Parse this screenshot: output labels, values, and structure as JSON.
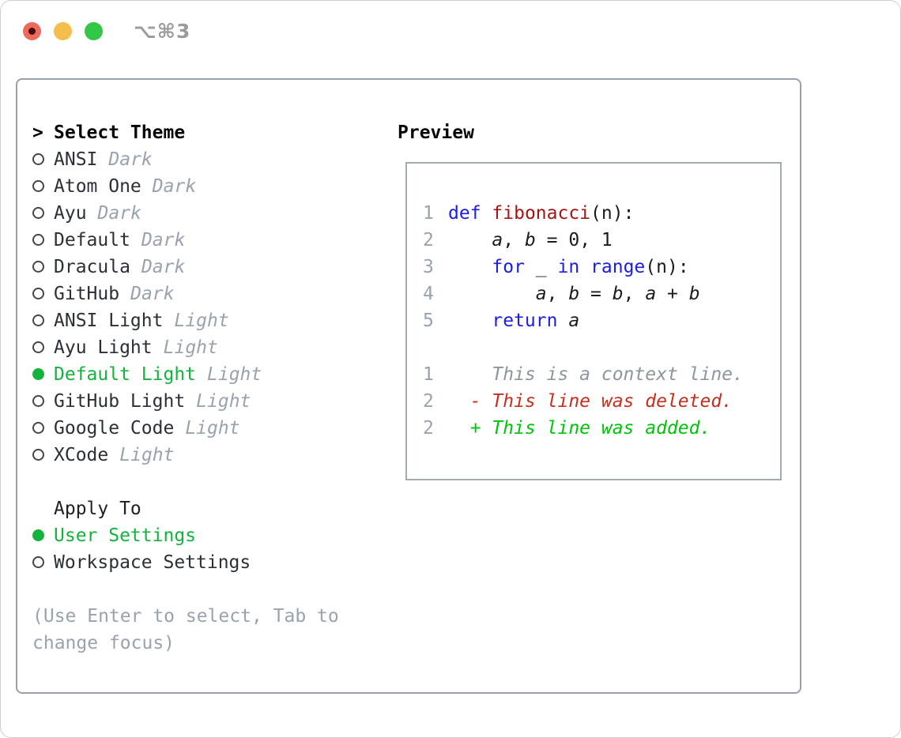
{
  "window": {
    "title": "⌥⌘3"
  },
  "colors": {
    "accent_green": "#12b43c",
    "keyword_blue": "#1c1ce2",
    "function_red": "#a51414",
    "diff_red": "#c5301c",
    "diff_green": "#00c40a",
    "muted_gray": "#9aa2ae",
    "context_gray": "#8d959f",
    "border_gray": "#9aa1ac",
    "border_gray_light": "#a3aab4",
    "traffic_red": "#ee6a5f",
    "traffic_yellow": "#f5bd4b",
    "traffic_green": "#33c748"
  },
  "theme_section": {
    "prompt": ">",
    "title": "Select Theme",
    "items": [
      {
        "name": "ANSI",
        "variant": "Dark",
        "selected": false
      },
      {
        "name": "Atom One",
        "variant": "Dark",
        "selected": false
      },
      {
        "name": "Ayu",
        "variant": "Dark",
        "selected": false
      },
      {
        "name": "Default",
        "variant": "Dark",
        "selected": false
      },
      {
        "name": "Dracula",
        "variant": "Dark",
        "selected": false
      },
      {
        "name": "GitHub",
        "variant": "Dark",
        "selected": false
      },
      {
        "name": "ANSI Light",
        "variant": "Light",
        "selected": false
      },
      {
        "name": "Ayu Light",
        "variant": "Light",
        "selected": false
      },
      {
        "name": "Default Light",
        "variant": "Light",
        "selected": true
      },
      {
        "name": "GitHub Light",
        "variant": "Light",
        "selected": false
      },
      {
        "name": "Google Code",
        "variant": "Light",
        "selected": false
      },
      {
        "name": "XCode",
        "variant": "Light",
        "selected": false
      }
    ]
  },
  "apply_section": {
    "title": "Apply To",
    "items": [
      {
        "label": "User Settings",
        "selected": true
      },
      {
        "label": "Workspace Settings",
        "selected": false
      }
    ]
  },
  "help": {
    "line1": "(Use Enter to select, Tab to",
    "line2": "change focus)"
  },
  "preview": {
    "title": "Preview",
    "lines": [
      {
        "num": "1",
        "tokens": [
          {
            "c": "kw",
            "t": "def"
          },
          {
            "c": "pl",
            "t": " "
          },
          {
            "c": "fn",
            "t": "fibonacci"
          },
          {
            "c": "pl",
            "t": "(n):"
          }
        ]
      },
      {
        "num": "2",
        "tokens": [
          {
            "c": "pl",
            "t": "    "
          },
          {
            "c": "var",
            "t": "a"
          },
          {
            "c": "pl",
            "t": ", "
          },
          {
            "c": "var",
            "t": "b"
          },
          {
            "c": "pl",
            "t": " = 0, 1"
          }
        ]
      },
      {
        "num": "3",
        "tokens": [
          {
            "c": "pl",
            "t": "    "
          },
          {
            "c": "kw",
            "t": "for"
          },
          {
            "c": "pl",
            "t": " _ "
          },
          {
            "c": "kw",
            "t": "in"
          },
          {
            "c": "pl",
            "t": " "
          },
          {
            "c": "kw",
            "t": "range"
          },
          {
            "c": "pl",
            "t": "(n):"
          }
        ]
      },
      {
        "num": "4",
        "tokens": [
          {
            "c": "pl",
            "t": "        "
          },
          {
            "c": "var",
            "t": "a"
          },
          {
            "c": "pl",
            "t": ", "
          },
          {
            "c": "var",
            "t": "b"
          },
          {
            "c": "pl",
            "t": " = "
          },
          {
            "c": "var",
            "t": "b"
          },
          {
            "c": "pl",
            "t": ", "
          },
          {
            "c": "var",
            "t": "a"
          },
          {
            "c": "pl",
            "t": " + "
          },
          {
            "c": "var",
            "t": "b"
          }
        ]
      },
      {
        "num": "5",
        "tokens": [
          {
            "c": "pl",
            "t": "    "
          },
          {
            "c": "kw",
            "t": "return"
          },
          {
            "c": "pl",
            "t": " "
          },
          {
            "c": "var",
            "t": "a"
          }
        ]
      },
      {
        "num": "",
        "tokens": []
      },
      {
        "num": "1",
        "tokens": [
          {
            "c": "ctx",
            "t": "    This is a context line."
          }
        ]
      },
      {
        "num": "2",
        "tokens": [
          {
            "c": "del",
            "t": "  - This line was deleted."
          }
        ]
      },
      {
        "num": "2",
        "tokens": [
          {
            "c": "add",
            "t": "  + This line was added."
          }
        ]
      }
    ]
  }
}
